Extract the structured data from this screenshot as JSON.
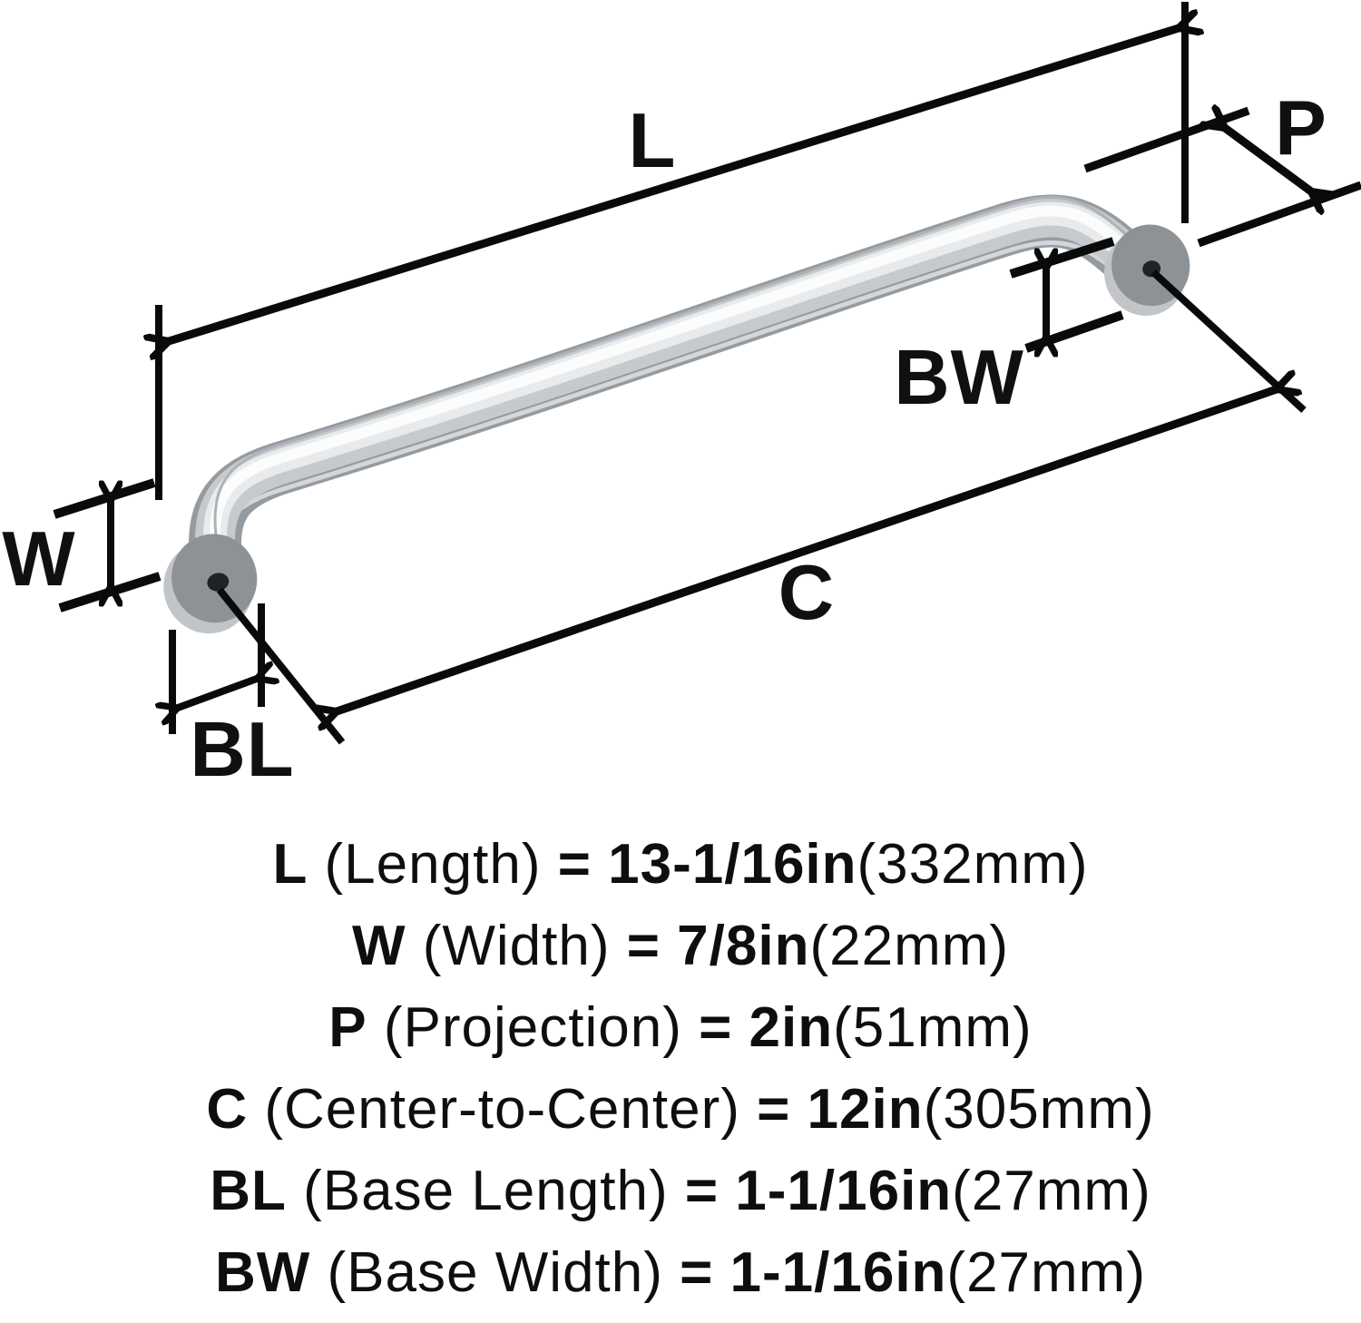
{
  "diagram": {
    "labels": {
      "length": "L",
      "projection": "P",
      "width": "W",
      "base_width": "BW",
      "center_to_center": "C",
      "base_length": "BL"
    }
  },
  "specs": [
    {
      "symbol": "L",
      "name": " (Length) ",
      "eq": "= ",
      "value": "13-1/16in",
      "metric": "(332mm)"
    },
    {
      "symbol": "W",
      "name": " (Width) ",
      "eq": "= ",
      "value": "7/8in",
      "metric": "(22mm)"
    },
    {
      "symbol": "P",
      "name": " (Projection) ",
      "eq": "= ",
      "value": "2in",
      "metric": "(51mm)"
    },
    {
      "symbol": "C",
      "name": " (Center-to-Center) ",
      "eq": "= ",
      "value": "12in",
      "metric": "(305mm)"
    },
    {
      "symbol": "BL",
      "name": " (Base Length) ",
      "eq": "= ",
      "value": "1-1/16in",
      "metric": "(27mm)"
    },
    {
      "symbol": "BW",
      "name": " (Base Width) ",
      "eq": "= ",
      "value": "1-1/16in",
      "metric": "(27mm)"
    }
  ],
  "colors": {
    "line": "#0a0a0a",
    "text": "#101010",
    "chrome_base": "#969ba0",
    "chrome_highlight": "#fbfcfc",
    "flange_face": "#8d9297",
    "flange_rim": "#c2c5c8",
    "hole": "#202225"
  }
}
